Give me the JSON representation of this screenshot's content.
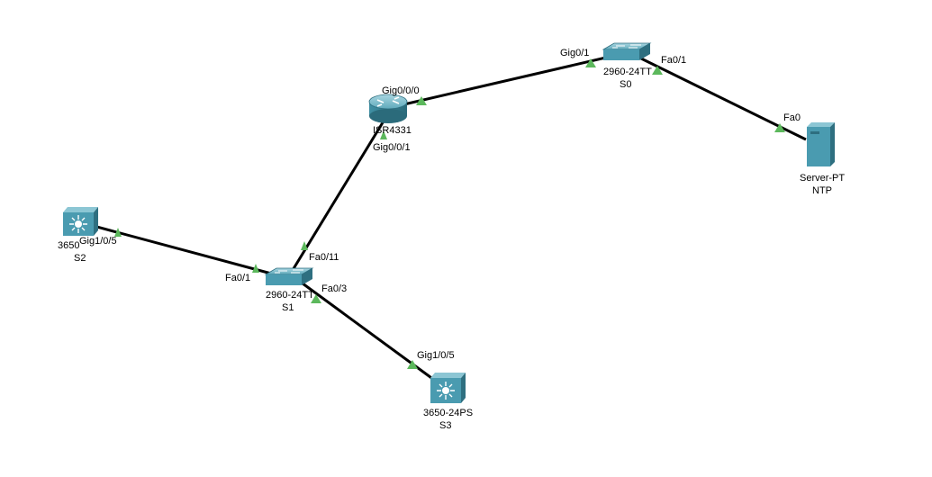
{
  "topology": {
    "devices": [
      {
        "id": "r",
        "kind": "router",
        "model": "ISR4331",
        "name": ""
      },
      {
        "id": "s0",
        "kind": "switch",
        "model": "2960-24TT",
        "name": "S0"
      },
      {
        "id": "s1",
        "kind": "switch",
        "model": "2960-24TT",
        "name": "S1"
      },
      {
        "id": "s2",
        "kind": "multilayer-switch",
        "model": "3650",
        "name": "S2"
      },
      {
        "id": "s3",
        "kind": "multilayer-switch",
        "model": "3650-24PS",
        "name": "S3"
      },
      {
        "id": "srv",
        "kind": "server",
        "model": "Server-PT",
        "name": "NTP"
      }
    ],
    "links": [
      {
        "a": "r",
        "b": "s0",
        "a_port": "Gig0/0/0",
        "b_port": "Gig0/1"
      },
      {
        "a": "s0",
        "b": "srv",
        "a_port": "Fa0/1",
        "b_port": "Fa0"
      },
      {
        "a": "r",
        "b": "s1",
        "a_port": "Gig0/0/1",
        "b_port": "Fa0/11"
      },
      {
        "a": "s2",
        "b": "s1",
        "a_port": "Gig1/0/5",
        "b_port": "Fa0/1"
      },
      {
        "a": "s1",
        "b": "s3",
        "a_port": "Fa0/3",
        "b_port": "Gig1/0/5"
      }
    ]
  },
  "colors": {
    "link": "#000000",
    "port_up": "#5cb85c",
    "device_fill": "#4a9bb0",
    "device_dark": "#2e6f80",
    "device_light": "#8cc6d4"
  }
}
